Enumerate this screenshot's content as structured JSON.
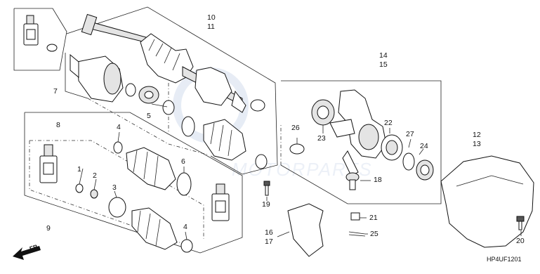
{
  "callouts": {
    "c1": "1",
    "c2": "2",
    "c3": "3",
    "c4a": "4",
    "c4b": "4",
    "c5": "5",
    "c6": "6",
    "c7": "7",
    "c8": "8",
    "c9": "9",
    "c10": "10",
    "c11": "11",
    "c12": "12",
    "c13": "13",
    "c14": "14",
    "c15": "15",
    "c16": "16",
    "c17": "17",
    "c18": "18",
    "c19": "19",
    "c20": "20",
    "c21": "21",
    "c22": "22",
    "c23": "23",
    "c24": "24",
    "c25": "25",
    "c26": "26",
    "c27": "27"
  },
  "direction_label": "FR.",
  "diagram_code": "HP4UF1201",
  "watermark": "MOTORPARTS",
  "colors": {
    "line": "#222222",
    "watermark": "#c9d6ea"
  }
}
